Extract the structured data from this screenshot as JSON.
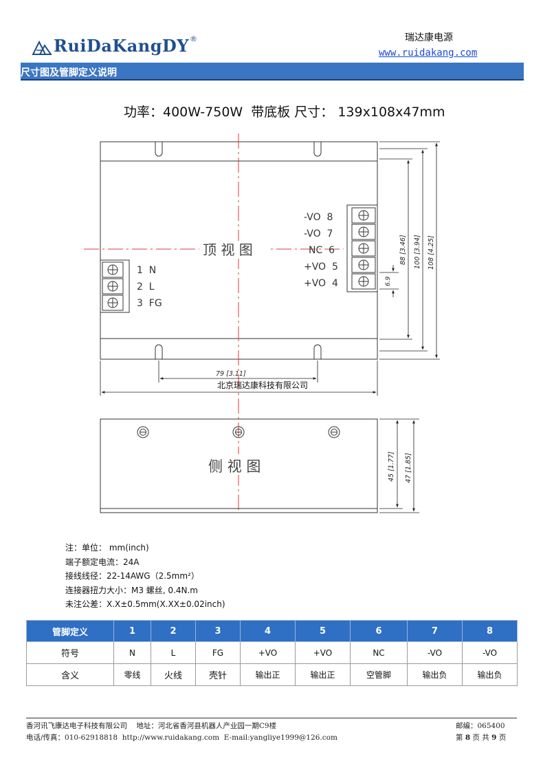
{
  "header": {
    "logo_text": "RuiDaKangDY",
    "logo_reg": "®",
    "company_cn": "瑞达康电源",
    "website": "www.ruidakang.com"
  },
  "section": {
    "title": "尺寸图及管脚定义说明"
  },
  "heading": "功率：400W-750W  带底板 尺寸： 139x108x47mm",
  "drawing": {
    "top_view_label": "顶 视 图",
    "side_view_label": "侧 视 图",
    "company_label": "北京瑞达康科技有限公司",
    "left_terminals": [
      "1  N",
      "2  L",
      "3  FG"
    ],
    "right_terminals": [
      "-VO  8",
      "-VO  7",
      "NC  6",
      "+VO  5",
      "+VO  4"
    ],
    "dims": {
      "d88": "88 [3.46]",
      "d100": "100 [3.94]",
      "d108": "108 [4.25]",
      "d6_9": "6.9",
      "d79": "79 [3.11]",
      "d45": "45 [1.77]",
      "d47": "47 [1.85]"
    }
  },
  "notes": [
    "注：单位： mm(inch)",
    "端子额定电流：24A",
    "接线线径：22-14AWG（2.5mm²）",
    "连接器扭力大小：M3 螺丝, 0.4N.m",
    "未注公差：X.X±0.5mm(X.XX±0.02inch)"
  ],
  "pin_table": {
    "header": [
      "管脚定义",
      "1",
      "2",
      "3",
      "4",
      "5",
      "6",
      "7",
      "8"
    ],
    "symbol_row": [
      "符号",
      "N",
      "L",
      "FG",
      "+VO",
      "+VO",
      "NC",
      "-VO",
      "-VO"
    ],
    "meaning_row": [
      "含义",
      "零线",
      "火线",
      "壳针",
      "输出正",
      "输出正",
      "空管脚",
      "输出负",
      "输出负"
    ]
  },
  "footer": {
    "line1": "香河讯飞康达电子科技有限公司    地址：河北省香河县机器人产业园一期C9楼",
    "line2": "电话/传真：010-62918818  http://www.ruidakang.com  E-mail:yangliye1999@126.com",
    "postcode": "邮编：065400",
    "page_prefix": "第 ",
    "page_current": "8",
    "page_middle": " 页 共 ",
    "page_total": "9",
    "page_suffix": " 页"
  },
  "colors": {
    "brand_blue": "#1f4f8f",
    "section_bar": "#3b76c2",
    "table_header": "#2f6fc4",
    "link": "#1a49d6",
    "centerline": "#e33a3a"
  }
}
